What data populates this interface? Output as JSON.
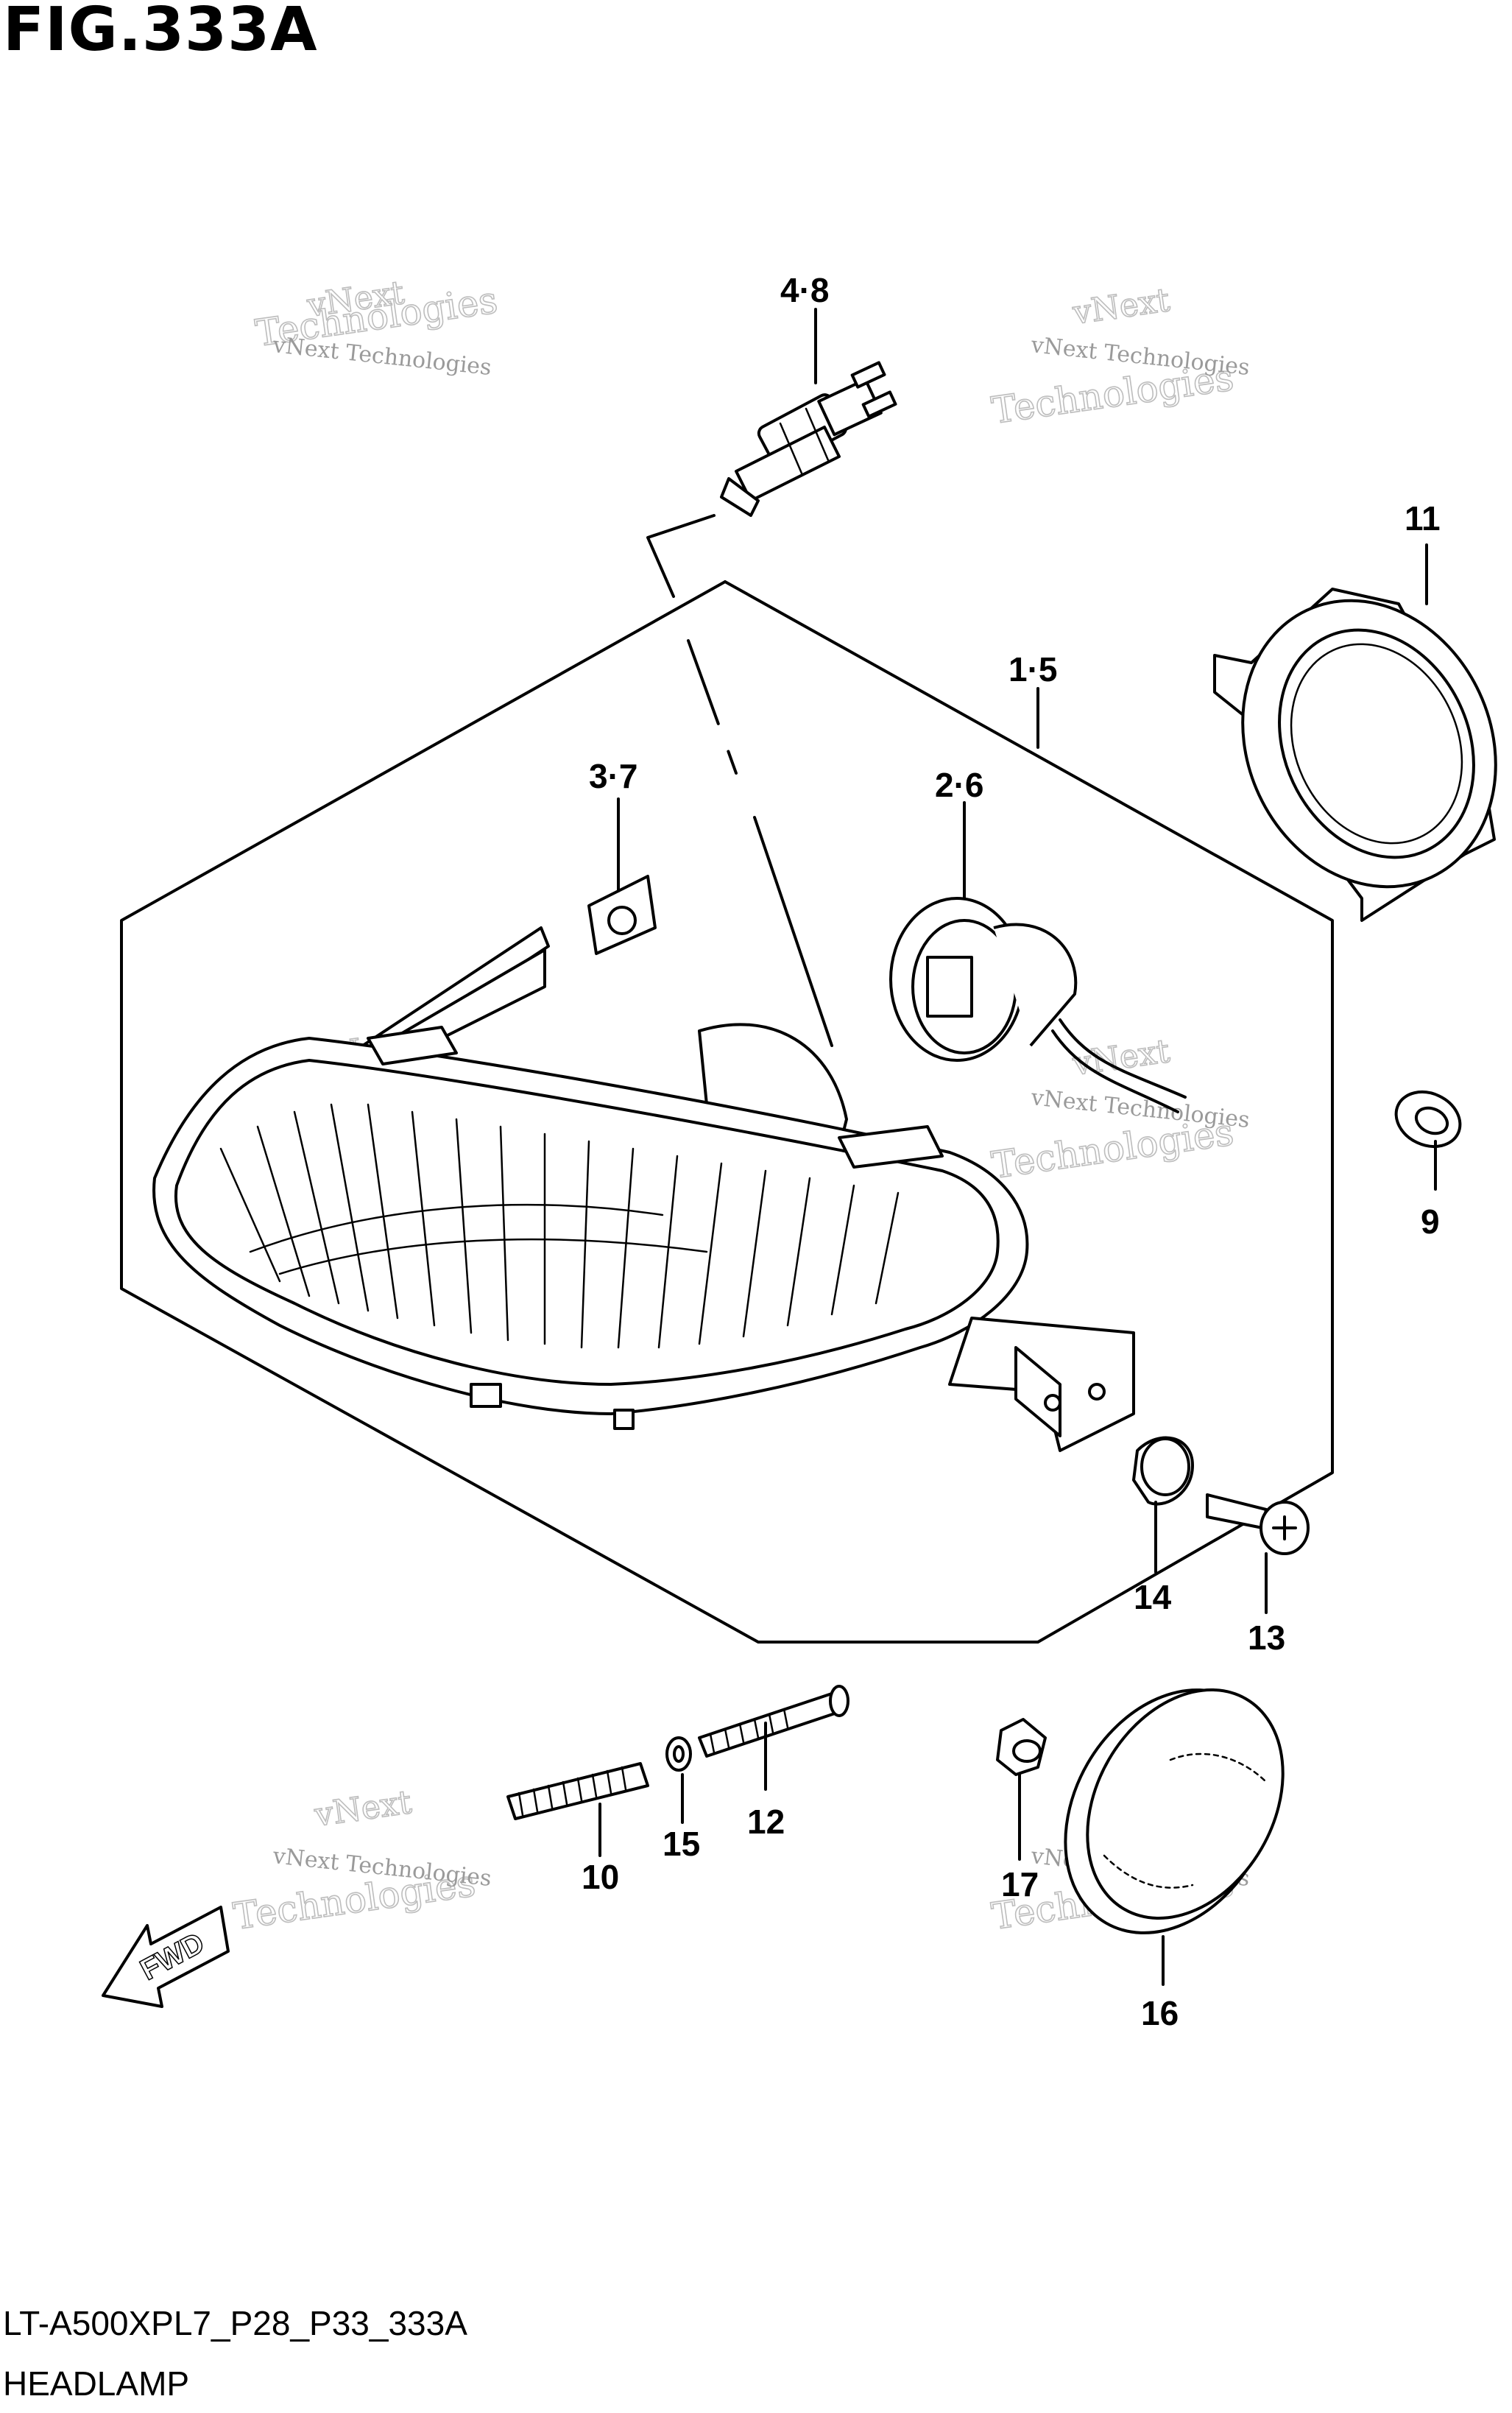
{
  "header": {
    "figure": "FIG.333A"
  },
  "footer": {
    "code": "LT-A500XPL7_P28_P33_333A",
    "name": "HEADLAMP"
  },
  "callouts": {
    "c48": "4·8",
    "c11": "11",
    "c15b": "1·5",
    "c37": "3·7",
    "c26": "2·6",
    "c9": "9",
    "c14": "14",
    "c13": "13",
    "c12": "12",
    "c10": "10",
    "c15": "15",
    "c17": "17",
    "c16": "16"
  },
  "fwd": "FWD",
  "watermark": {
    "line1": "vNext Technologies",
    "line2": "vNext",
    "line3": "Technologies"
  },
  "icons": [
    "fwd-arrow-icon"
  ]
}
